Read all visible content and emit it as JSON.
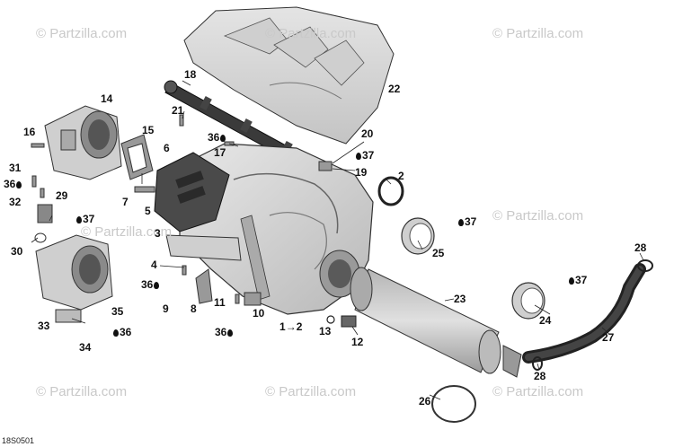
{
  "watermarks": [
    "© Partzilla.com",
    "© Partzilla.com",
    "© Partzilla.com",
    "© Partzilla.com",
    "© Partzilla.com",
    "© Partzilla.com",
    "© Partzilla.com",
    "© Partzilla.com"
  ],
  "callouts": {
    "c1": "1",
    "c1_ref": "2",
    "c2": "2",
    "c3": "3",
    "c4": "4",
    "c5": "5",
    "c6": "6",
    "c7": "7",
    "c8": "8",
    "c9": "9",
    "c10": "10",
    "c11": "11",
    "c12": "12",
    "c13": "13",
    "c14": "14",
    "c15": "15",
    "c16": "16",
    "c17": "17",
    "c18": "18",
    "c19": "19",
    "c20": "20",
    "c21": "21",
    "c22": "22",
    "c23": "23",
    "c24": "24",
    "c25": "25",
    "c26": "26",
    "c27": "27",
    "c28a": "28",
    "c28b": "28",
    "c29": "29",
    "c30": "30",
    "c31": "31",
    "c32": "32",
    "c33": "33",
    "c34": "34",
    "c35": "35",
    "c36a": "36",
    "c36b": "36",
    "c36c": "36",
    "c36d": "36",
    "c36e": "36",
    "c37a": "37",
    "c37b": "37",
    "c37c": "37",
    "c37d": "37"
  },
  "diagram_code": "18S0501",
  "colors": {
    "line": "#222222",
    "part_fill": "#d9d9d9",
    "part_dark": "#555555",
    "watermark": "#c9c9c9"
  }
}
